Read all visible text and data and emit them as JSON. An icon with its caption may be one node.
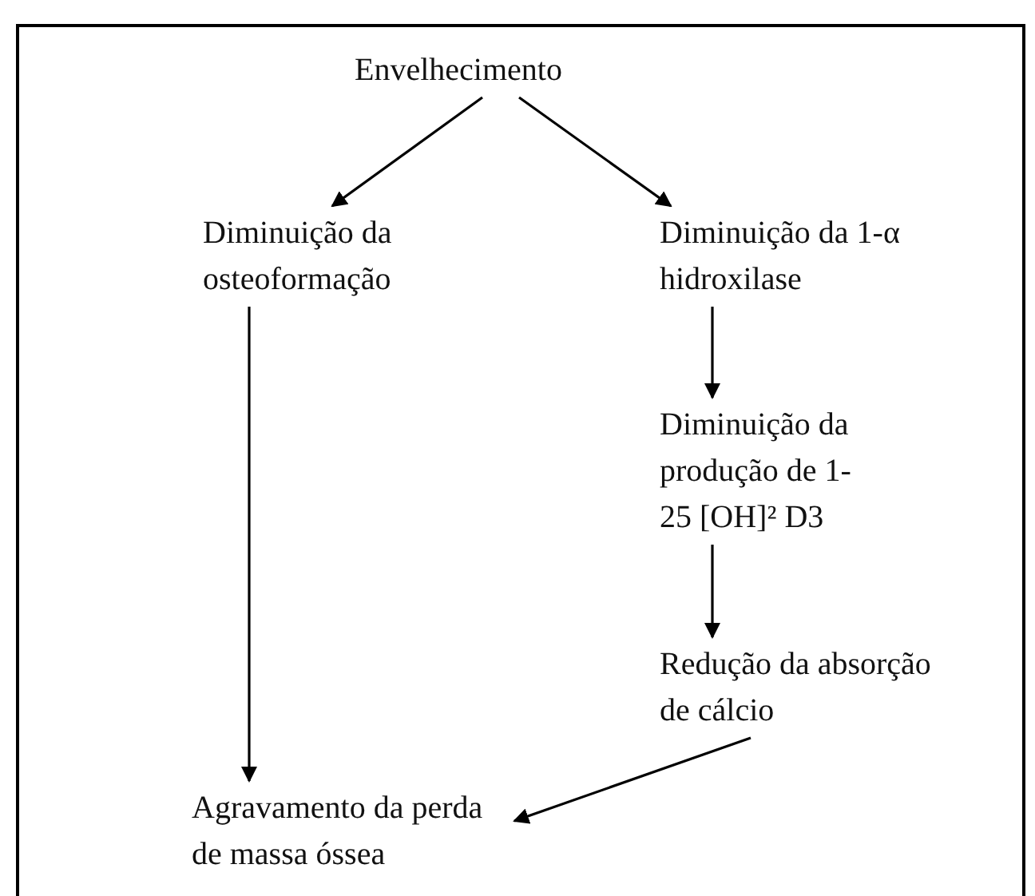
{
  "diagram": {
    "nodes": [
      {
        "text": [
          "Envelhecimento"
        ]
      },
      {
        "text": [
          "Diminuição da osteoformação"
        ]
      },
      {
        "text": [
          "Diminuição da 1-α hidroxilase"
        ]
      },
      {
        "text": [
          "Diminuição da produção de 1-25 [OH]² D3"
        ]
      },
      {
        "text": [
          "Redução da absorção de cálcio"
        ]
      },
      {
        "text": [
          "Agravamento da perda de massa óssea"
        ]
      }
    ],
    "edges": [
      {
        "from": 0,
        "to": 1,
        "arrow": "to"
      },
      {
        "from": 0,
        "to": 2,
        "arrow": "to"
      },
      {
        "from": 1,
        "to": 5,
        "arrow": "to"
      },
      {
        "from": 2,
        "to": 3,
        "arrow": "to"
      },
      {
        "from": 3,
        "to": 4,
        "arrow": "to"
      },
      {
        "from": 4,
        "to": 5,
        "arrow": "to"
      }
    ]
  }
}
